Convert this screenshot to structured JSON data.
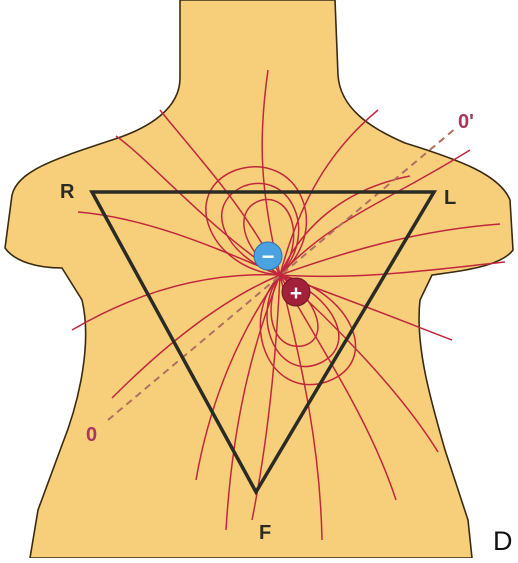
{
  "labels": {
    "right_arm": "R",
    "left_arm": "L",
    "foot": "F",
    "axis_start": "0",
    "axis_end": "0'",
    "negative_pole": "−",
    "positive_pole": "+"
  },
  "panel_letter": "D",
  "colors": {
    "skin": "#f7cf7a",
    "outline": "#3a2a12",
    "field_lines": "#c0273c",
    "triangle": "#2b2b25",
    "axis_label": "#a8385a",
    "negative_charge": "#4aa3e0",
    "positive_charge": "#a3203a"
  }
}
